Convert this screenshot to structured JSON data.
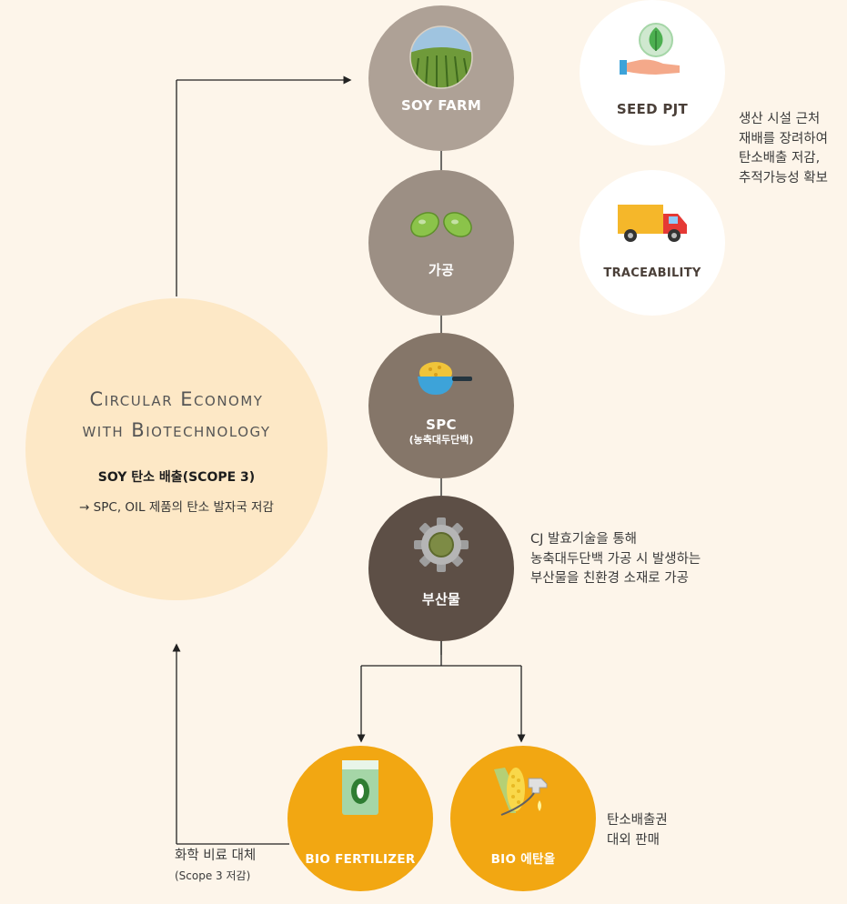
{
  "center": {
    "title_line1": "Circular Economy",
    "title_line2": "with Biotechnology",
    "scope_title": "SOY 탄소 배출(SCOPE 3)",
    "scope_desc": "→ SPC, OIL 제품의 탄소 발자국 저감"
  },
  "stages": [
    {
      "label": "SOY FARM",
      "icon": "soy-field-icon",
      "color": "#aea196"
    },
    {
      "label": "가공",
      "icon": "soybeans-icon",
      "color": "#9c8f84"
    },
    {
      "label": "SPC",
      "sublabel": "(농축대두단백)",
      "icon": "protein-bowl-icon",
      "color": "#857669"
    },
    {
      "label": "부산물",
      "icon": "gear-icon",
      "color": "#5d4f46"
    }
  ],
  "side_items": [
    {
      "label": "SEED PJT",
      "icon": "seedling-hand-icon"
    },
    {
      "label": "TRACEABILITY",
      "icon": "delivery-truck-icon"
    }
  ],
  "outputs": [
    {
      "label": "BIO FERTILIZER",
      "icon": "fertilizer-bag-icon",
      "color": "#f2a712"
    },
    {
      "label": "BIO 에탄올",
      "icon": "corn-fuel-icon",
      "color": "#f2a712"
    }
  ],
  "notes": {
    "seed": [
      "생산 시설 근처",
      "재배를 장려하여",
      "탄소배출 저감,",
      "추적가능성 확보"
    ],
    "byproduct": [
      "CJ 발효기술을 통해",
      "농축대두단백 가공 시 발생하는",
      "부산물을 친환경 소재로 가공"
    ],
    "ethanol": [
      "탄소배출권",
      "대외 판매"
    ],
    "fertilizer": [
      "화학 비료 대체",
      "(Scope 3 저감)"
    ]
  },
  "colors": {
    "background": "#fdf5ea",
    "center_circle": "#fde8c6",
    "line": "#222222",
    "accent": "#f2a712"
  }
}
